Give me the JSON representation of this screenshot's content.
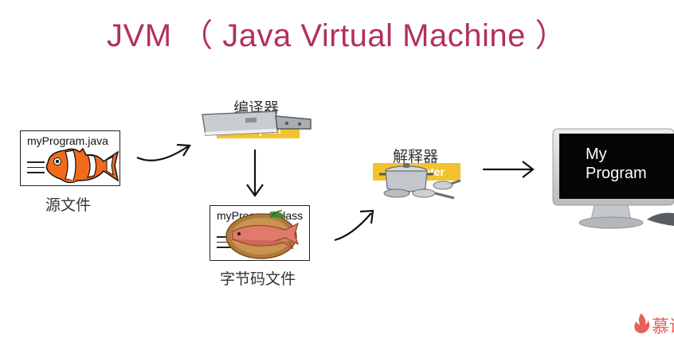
{
  "slide": {
    "title": "JVM （ Java Virtual Machine ）"
  },
  "source_file": {
    "filename": "myProgram.java",
    "label": "源文件"
  },
  "compiler": {
    "label": "编译器",
    "plate_text": "Compiler"
  },
  "bytecode_file": {
    "filename": "myProgram.class",
    "label": "字节码文件"
  },
  "interpreter": {
    "label": "解释器",
    "plate_text": "Interpreter"
  },
  "monitor": {
    "line1": "My",
    "line2": "Program"
  },
  "watermark": {
    "text": "慕课"
  },
  "colors": {
    "title": "#b3305a",
    "label_plate": "#f2c32c",
    "screen": "#050505",
    "logo": "#e7605b"
  }
}
